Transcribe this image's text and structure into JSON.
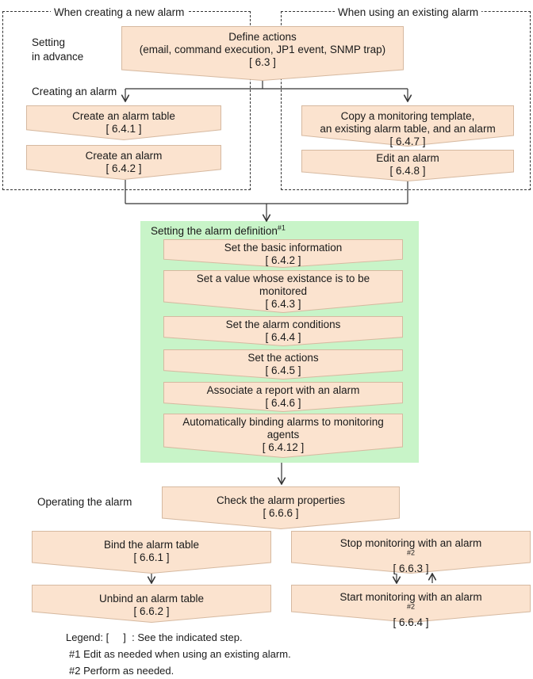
{
  "section_labels": {
    "new_alarm": "When creating a new alarm",
    "existing_alarm": "When using an existing alarm",
    "setting_in_advance_1": "Setting",
    "setting_in_advance_2": "in advance",
    "creating_alarm": "Creating an alarm",
    "setting_definition": "Setting the alarm definition",
    "setting_definition_sup": "#1",
    "operating": "Operating the alarm"
  },
  "steps": {
    "define_actions": {
      "l1": "Define actions",
      "l2": "(email, command execution, JP1 event, SNMP trap)",
      "ref": "[ 6.3 ]"
    },
    "create_table": {
      "l1": "Create an alarm table",
      "ref": "[ 6.4.1 ]"
    },
    "create_alarm": {
      "l1": "Create an alarm",
      "ref": "[ 6.4.2 ]"
    },
    "copy_template": {
      "l1": "Copy a monitoring template,",
      "l2": "an existing alarm table, and an alarm",
      "ref": "[ 6.4.7 ]"
    },
    "edit_alarm": {
      "l1": "Edit an alarm",
      "ref": "[ 6.4.8 ]"
    },
    "basic_info": {
      "l1": "Set the basic information",
      "ref": "[ 6.4.2 ]"
    },
    "value_monitored": {
      "l1": "Set a value whose existance is to be",
      "l2": "monitored",
      "ref": "[ 6.4.3 ]"
    },
    "conditions": {
      "l1": "Set the alarm conditions",
      "ref": "[ 6.4.4 ]"
    },
    "actions": {
      "l1": "Set the actions",
      "ref": "[ 6.4.5 ]"
    },
    "associate_report": {
      "l1": "Associate a report with an alarm",
      "ref": "[ 6.4.6 ]"
    },
    "auto_binding": {
      "l1": "Automatically binding alarms to monitoring",
      "l2": "agents",
      "ref": "[ 6.4.12 ]"
    },
    "check_properties": {
      "l1": "Check the alarm properties",
      "ref": "[ 6.6.6 ]"
    },
    "bind_table": {
      "l1": "Bind the alarm table",
      "ref": "[ 6.6.1 ]"
    },
    "unbind_table": {
      "l1": "Unbind an alarm table",
      "ref": "[ 6.6.2 ]"
    },
    "stop_monitoring": {
      "l1": "Stop monitoring with an alarm",
      "sup": "#2",
      "ref": "[ 6.6.3 ]"
    },
    "start_monitoring": {
      "l1": "Start monitoring with an alarm",
      "sup": "#2",
      "ref": "[ 6.6.4 ]"
    }
  },
  "legend": {
    "line1": "Legend: [     ]  : See the indicated step.",
    "line2": "#1  Edit as needed when using an existing alarm.",
    "line3": "#2  Perform as needed."
  },
  "colors": {
    "step_fill": "#fbe3cf",
    "step_stroke": "#d6b9a0",
    "group_fill": "#c8f4c8",
    "line": "#333333"
  }
}
